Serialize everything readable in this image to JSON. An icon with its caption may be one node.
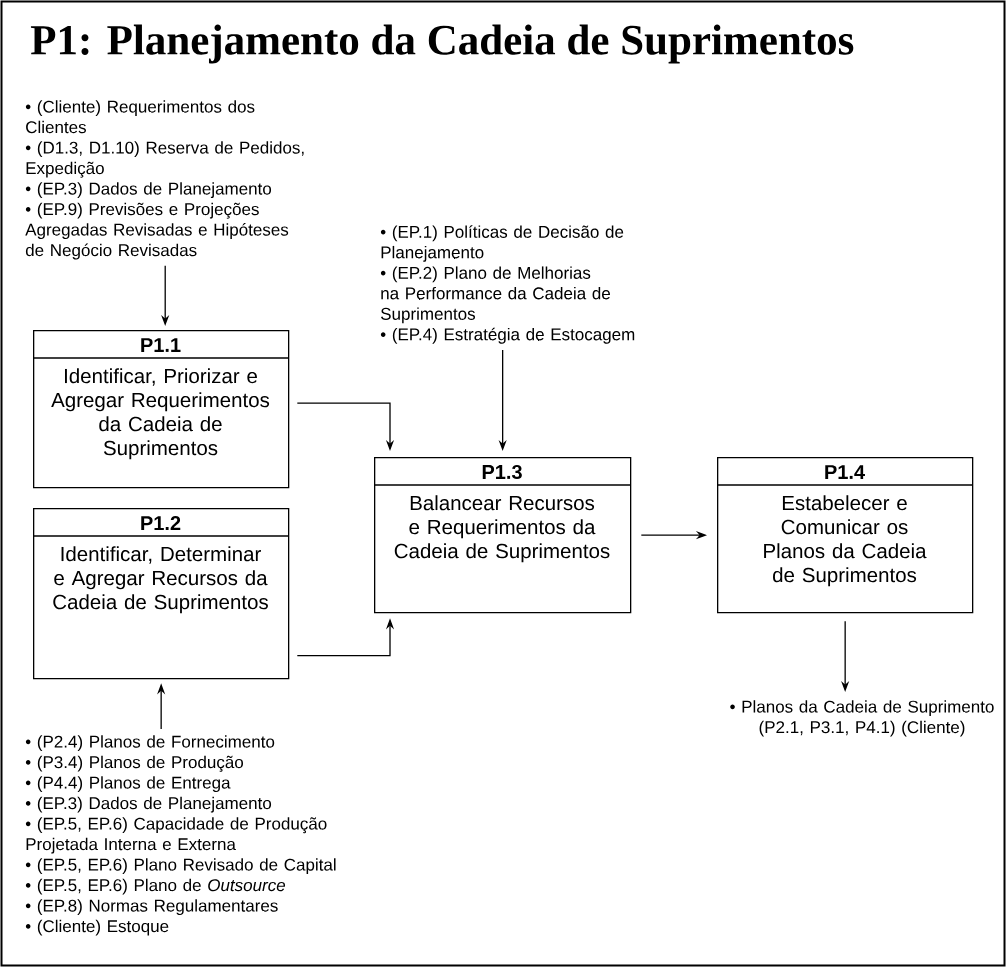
{
  "diagram": {
    "title": "P1:  Planejamento da Cadeia de Suprimentos",
    "nodes": [
      {
        "text": [
          "• (Cliente) Requerimentos dos Clientes",
          "• (D1.3, D1.10) Reserva de Pedidos, Expedição",
          "• (EP.3) Dados de Planejamento",
          "• (EP.9) Previsões e Projeções Agregadas Revisadas e Hipóteses de Negócio Revisadas"
        ]
      },
      {
        "text": [
          "P1.1",
          "Identificar, Priorizar e Agregar Requerimentos da Cadeia de Suprimentos"
        ]
      },
      {
        "text": [
          "• (EP.1) Políticas de Decisão de Planejamento",
          "• (EP.2) Plano de Melhorias na Performance da Cadeia de Suprimentos",
          "• (EP.4) Estratégia de Estocagem"
        ]
      },
      {
        "text": [
          "P1.2",
          "Identificar, Determinar e Agregar Recursos da Cadeia de Suprimentos"
        ]
      },
      {
        "text": [
          "P1.3",
          "Balancear Recursos e Requerimentos da Cadeia de Suprimentos"
        ]
      },
      {
        "text": [
          "P1.4",
          "Estabelecer e Comunicar os Planos da Cadeia de Suprimentos"
        ]
      },
      {
        "text": [
          "• (P2.4) Planos de Fornecimento",
          "• (P3.4) Planos de Produção",
          "• (P4.4) Planos de Entrega",
          "• (EP.3) Dados de Planejamento",
          "• (EP.5, EP.6) Capacidade de Produção Projetada Interna e Externa",
          "• (EP.5, EP.6) Plano Revisado de Capital",
          "• (EP.5, EP.6) Plano de *Outsource*",
          "• (EP.8) Normas Regulamentares",
          "• (Cliente) Estoque"
        ]
      },
      {
        "text": [
          "• Planos da Cadeia de Suprimento (P2.1, P3.1, P4.1) (Cliente)"
        ]
      }
    ],
    "edges": [
      {
        "from": 0,
        "to": 1,
        "arrow": "to"
      },
      {
        "from": 1,
        "to": 4,
        "arrow": "to"
      },
      {
        "from": 2,
        "to": 4,
        "arrow": "to"
      },
      {
        "from": 3,
        "to": 4,
        "arrow": "to"
      },
      {
        "from": 4,
        "to": 5,
        "arrow": "to"
      },
      {
        "from": 6,
        "to": 3,
        "arrow": "to"
      },
      {
        "from": 5,
        "to": 7,
        "arrow": "to"
      }
    ]
  }
}
